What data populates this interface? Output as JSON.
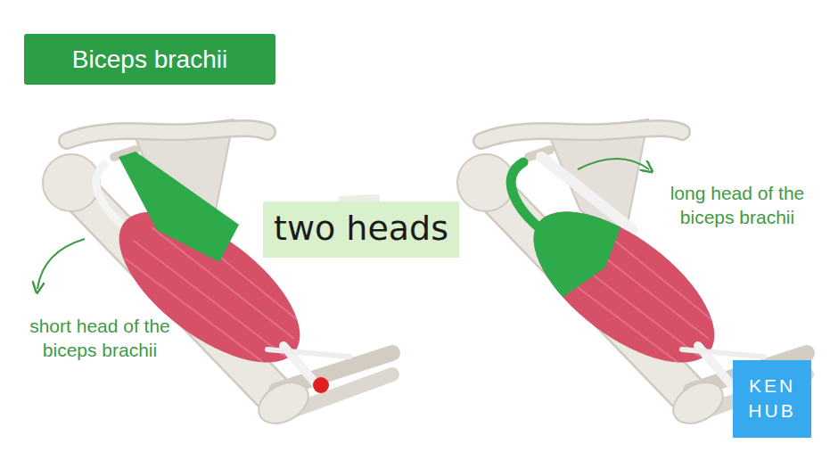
{
  "diagram": {
    "title": "Biceps brachii",
    "nodes": [
      {
        "text": [
          "two heads"
        ]
      },
      {
        "text": [
          "KEN HUB"
        ]
      }
    ],
    "labels": [
      "short head of the biceps brachii",
      "long head of the biceps brachii"
    ]
  }
}
